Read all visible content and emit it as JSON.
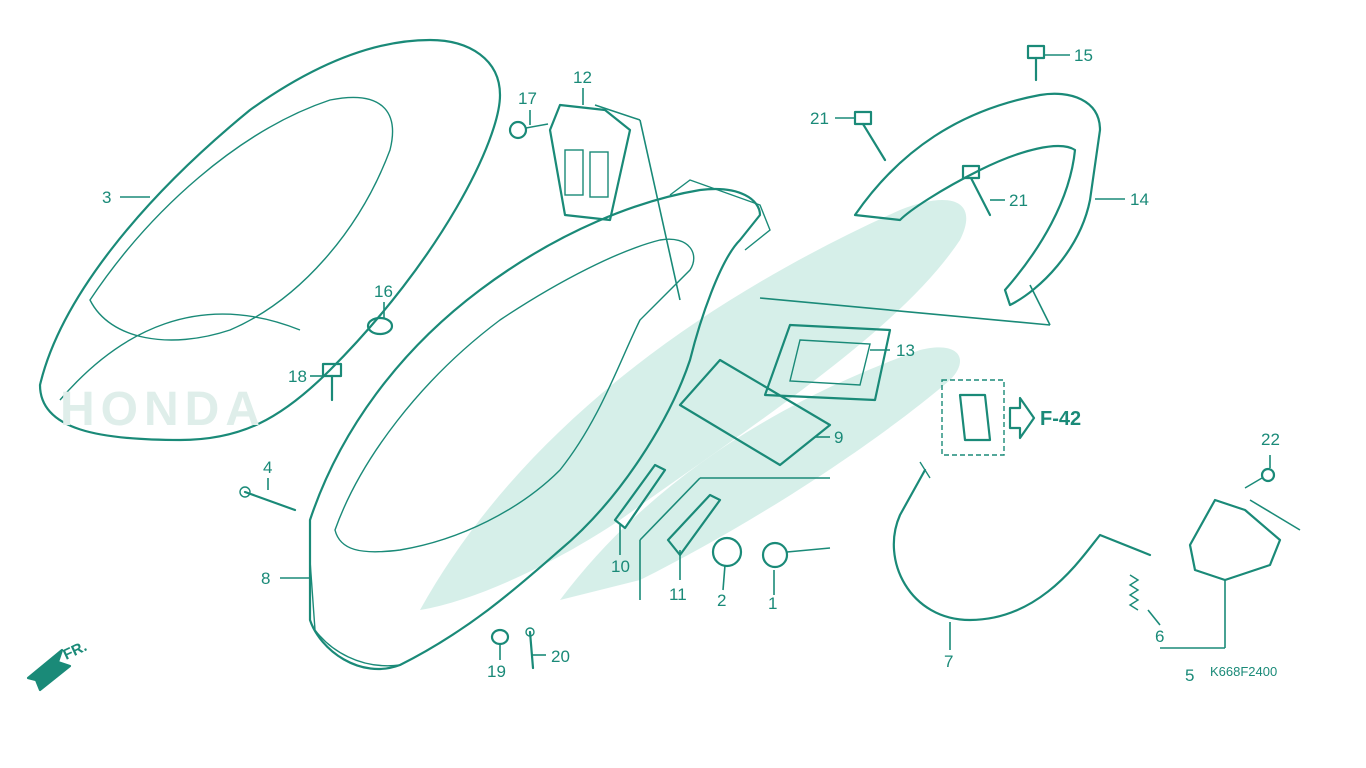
{
  "diagram_code": "K668F2400",
  "front_marker": "FR.",
  "reference": "F-42",
  "brand_mark": "HONDA",
  "colors": {
    "line": "#1a8a78",
    "watermark": "#d6efe9",
    "background": "#ffffff"
  },
  "callouts": {
    "c1": "1",
    "c2": "2",
    "c3": "3",
    "c4": "4",
    "c5": "5",
    "c6": "6",
    "c7": "7",
    "c8": "8",
    "c9": "9",
    "c10": "10",
    "c11": "11",
    "c12": "12",
    "c13": "13",
    "c14": "14",
    "c15": "15",
    "c16": "16",
    "c17": "17",
    "c18": "18",
    "c19": "19",
    "c20": "20",
    "c21a": "21",
    "c21b": "21",
    "c22": "22"
  }
}
